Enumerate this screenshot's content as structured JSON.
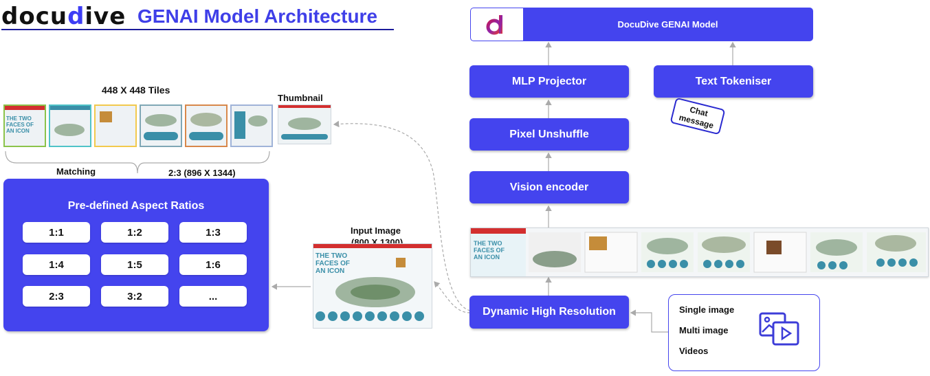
{
  "header": {
    "logo_text": "docudive",
    "title": "GENAI Model Architecture"
  },
  "model": {
    "label": "DocuDive GENAI Model",
    "logo_glyph": "d"
  },
  "nodes": {
    "mlp_projector": "MLP Projector",
    "text_tokeniser": "Text Tokeniser",
    "pixel_unshuffle": "Pixel Unshuffle",
    "vision_encoder": "Vision encoder",
    "dynamic_high_resolution": "Dynamic High Resolution"
  },
  "chat_bubble": {
    "line1": "Chat",
    "line2": "message"
  },
  "tiles": {
    "title": "448 X 448 Tiles",
    "thumbnail_label": "Thumbnail",
    "matching_label": "Matching",
    "ratio_label": "2:3 (896 X 1344)",
    "count": 6
  },
  "aspect_panel": {
    "title": "Pre-defined Aspect Ratios",
    "ratios": [
      "1:1",
      "1:2",
      "1:3",
      "1:4",
      "1:5",
      "1:6",
      "2:3",
      "3:2",
      "..."
    ]
  },
  "input_image": {
    "label_line1": "Input Image",
    "label_line2": "(800 X 1300)",
    "headline_line1": "THE TWO",
    "headline_line2": "FACES OF",
    "headline_line3": "AN ICON"
  },
  "source_box": {
    "items": [
      "Single image",
      "Multi image",
      "Videos"
    ],
    "icon": "media-gallery-icon"
  },
  "colors": {
    "primary": "#4444ee",
    "title_blue": "#3f3fe8",
    "arrow_gray": "#aaaaaa",
    "tile_border": "#8bc34a",
    "poster_teal": "#3a8fa8"
  }
}
